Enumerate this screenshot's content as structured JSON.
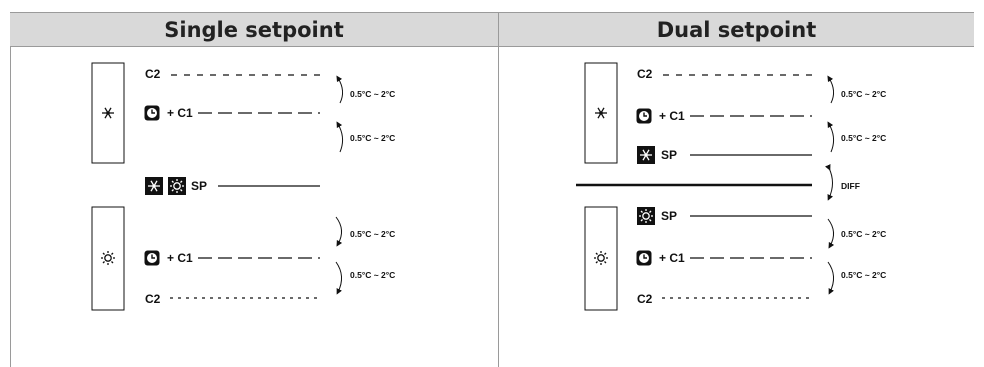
{
  "panels": {
    "single": {
      "title": "Single setpoint",
      "cool_c2": "C2",
      "cool_c1": "+ C1",
      "sp": "SP",
      "heat_c1": "+ C1",
      "heat_c2": "C2",
      "ranges": [
        "0.5°C ~ 2°C",
        "0.5°C ~ 2°C",
        "0.5°C ~ 2°C",
        "0.5°C ~ 2°C"
      ]
    },
    "dual": {
      "title": "Dual setpoint",
      "cool_c2": "C2",
      "cool_c1": "+ C1",
      "cool_sp": "SP",
      "diff": "DIFF",
      "heat_sp": "SP",
      "heat_c1": "+ C1",
      "heat_c2": "C2",
      "ranges": [
        "0.5°C ~ 2°C",
        "0.5°C ~ 2°C",
        "0.5°C ~ 2°C",
        "0.5°C ~ 2°C"
      ]
    }
  },
  "icons": {
    "cooling": "snowflake-icon",
    "heating": "sun-icon",
    "timer": "clock-icon"
  },
  "colors": {
    "header_bg": "#d9d9d9",
    "border": "#9a9a9a",
    "ink": "#111111"
  }
}
